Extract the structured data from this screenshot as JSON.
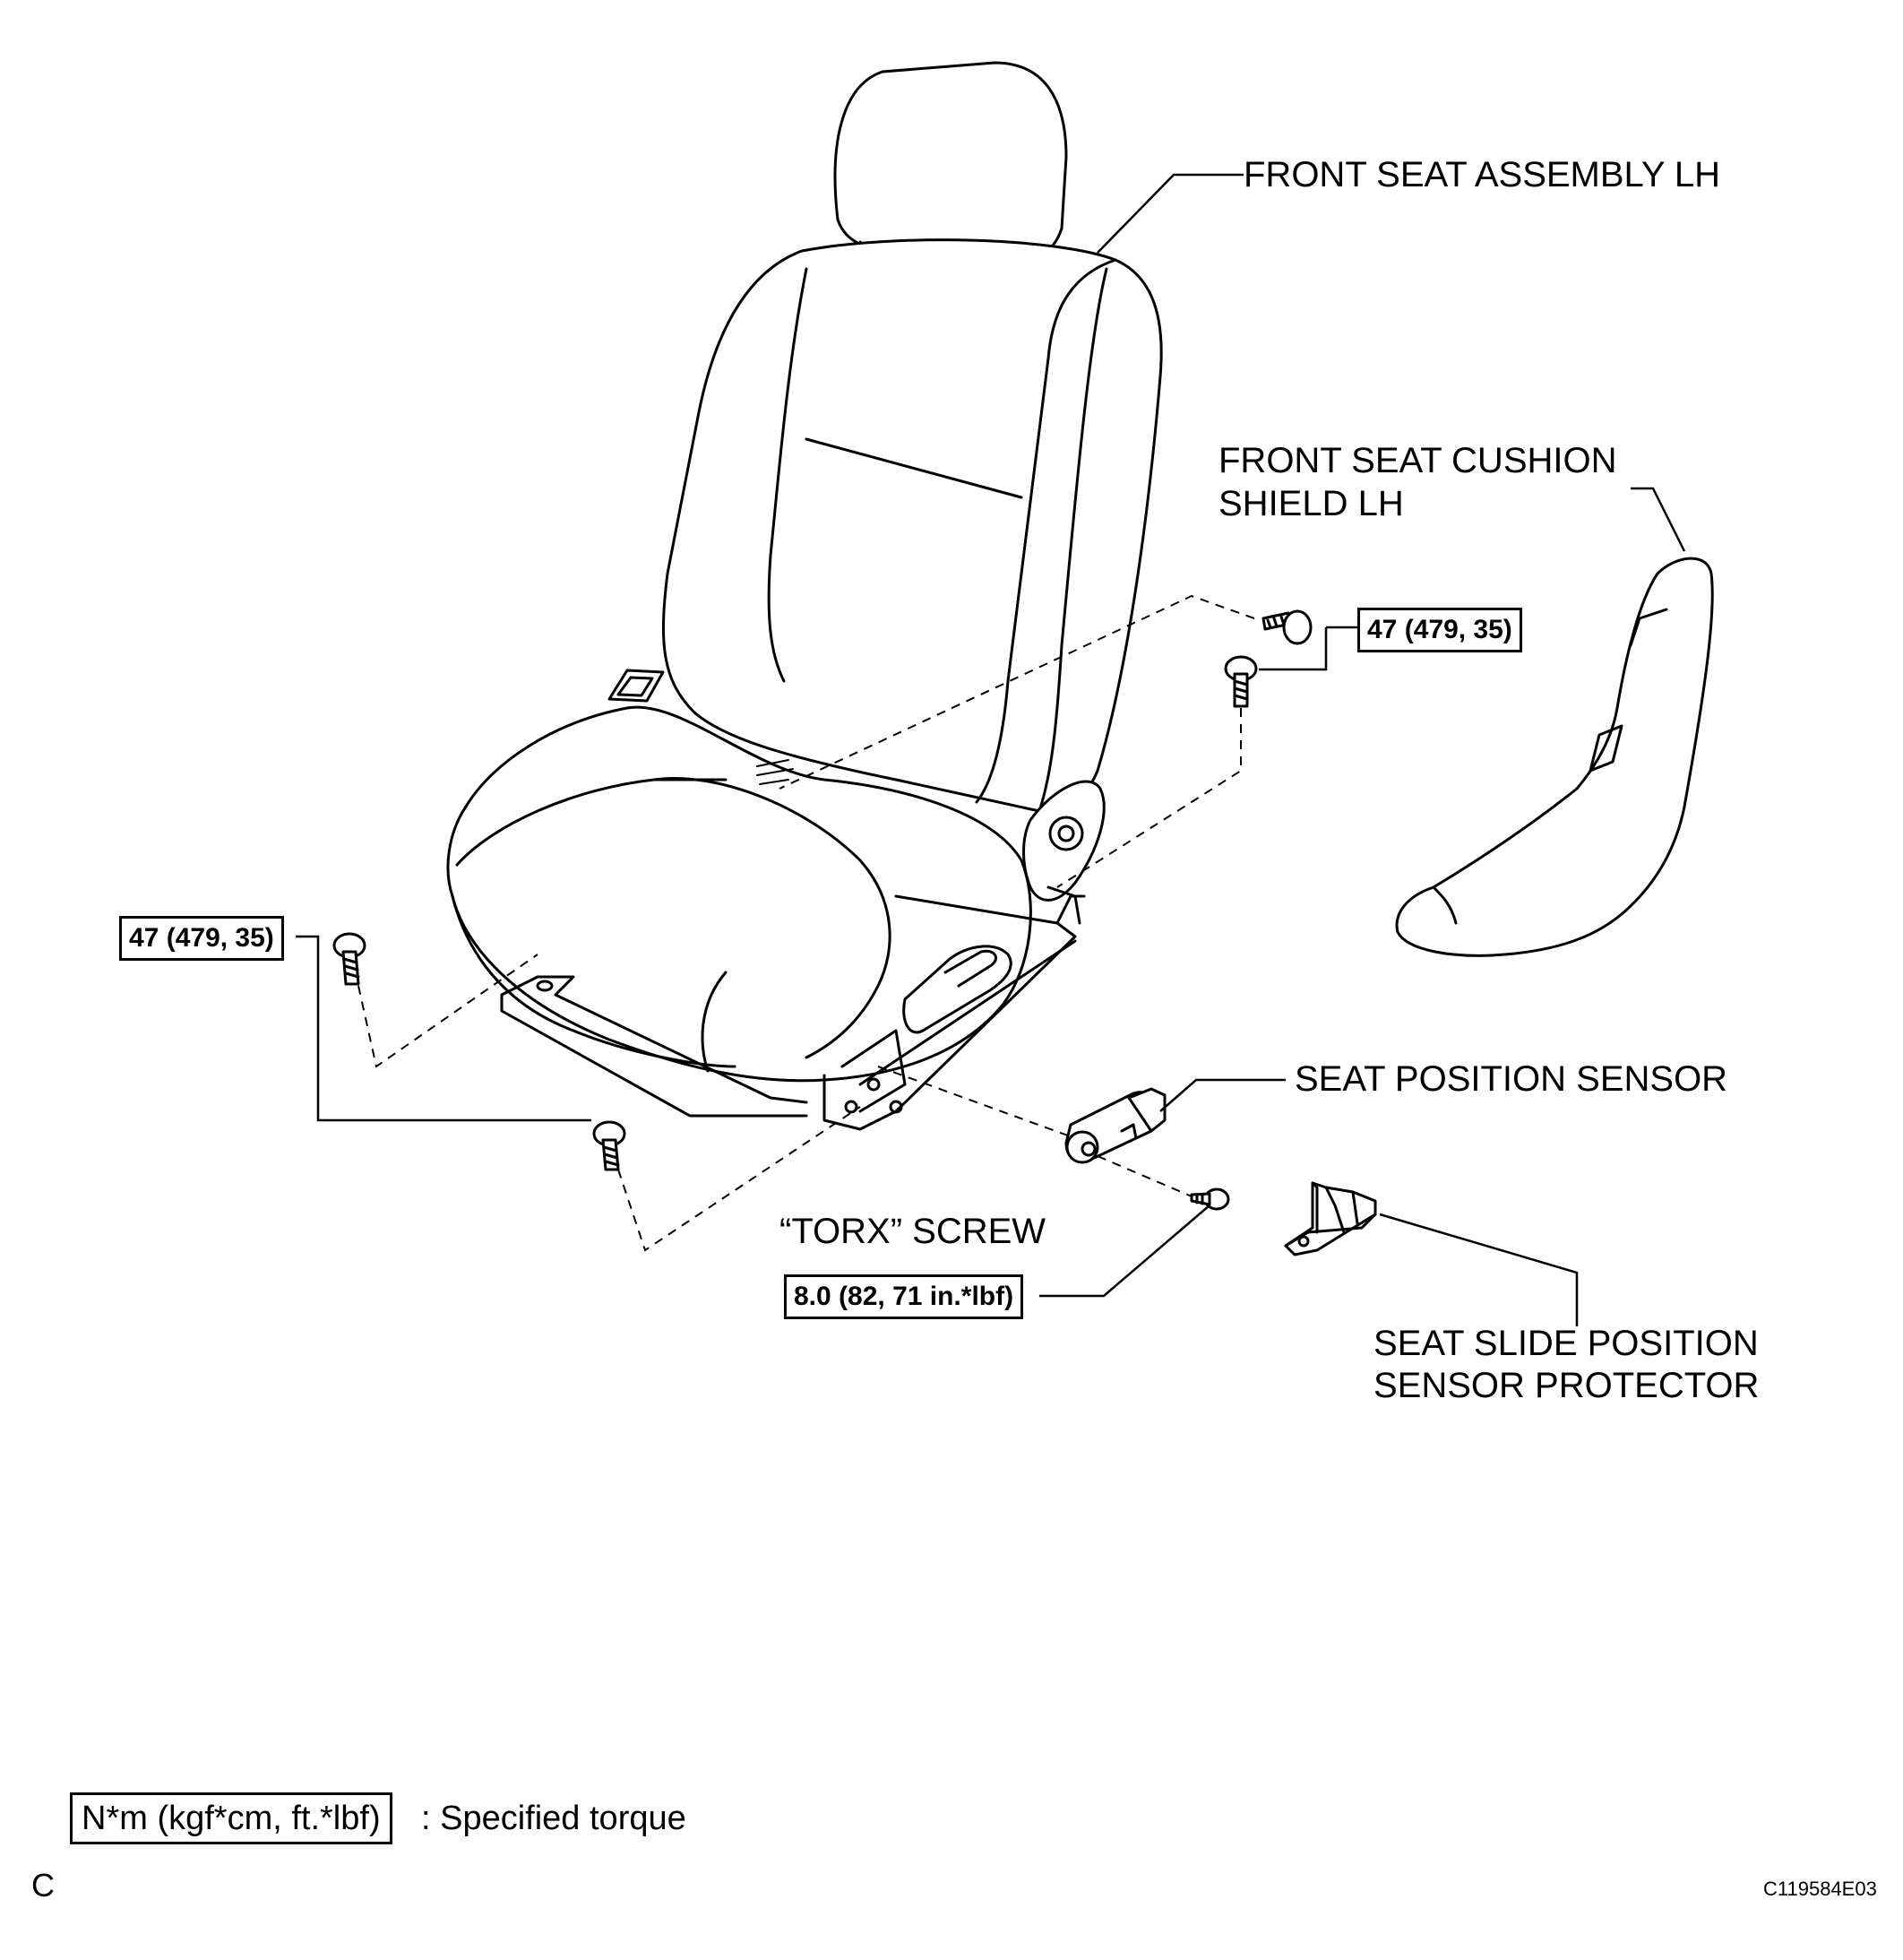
{
  "labels": {
    "front_seat_assembly": "FRONT SEAT ASSEMBLY LH",
    "cushion_shield_line1": "FRONT SEAT CUSHION",
    "cushion_shield_line2": "SHIELD LH",
    "seat_position_sensor": "SEAT POSITION SENSOR",
    "torx_screw": "“TORX” SCREW",
    "protector_line1": "SEAT SLIDE POSITION",
    "protector_line2": "SENSOR PROTECTOR"
  },
  "torques": {
    "right_bolt": "47 (479, 35)",
    "left_bolt": "47 (479, 35)",
    "torx_screw": "8.0 (82, 71 in.*lbf)"
  },
  "legend": {
    "unit_box": "N*m (kgf*cm, ft.*lbf)",
    "description": ": Specified torque"
  },
  "footer": {
    "section_letter": "C",
    "figure_code": "C119584E03"
  }
}
